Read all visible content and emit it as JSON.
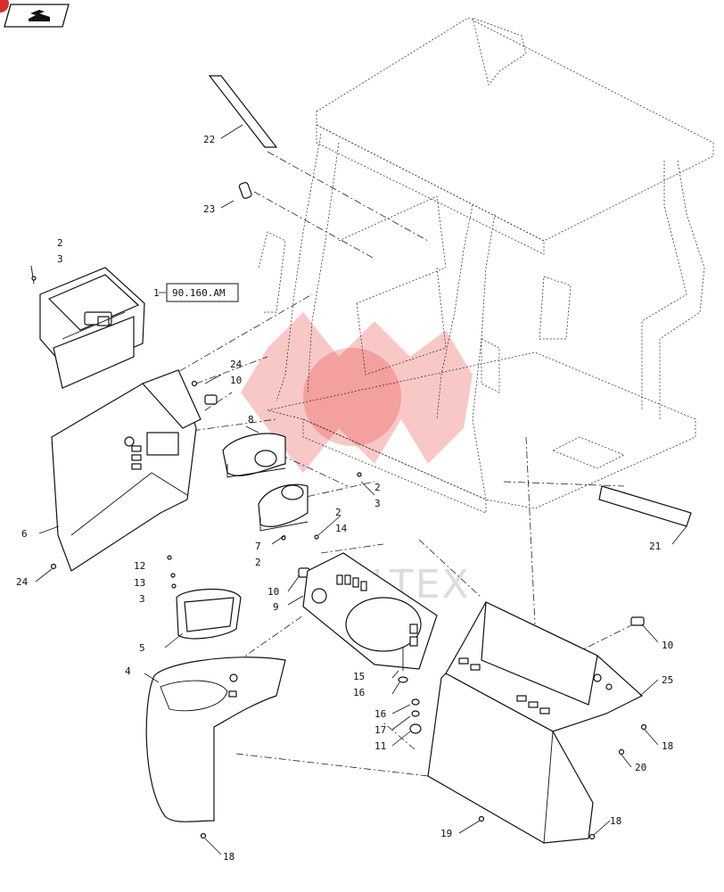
{
  "toolbar": {
    "nav_icon": "page-turn-icon",
    "badge_color": "#d32f2f"
  },
  "diagram": {
    "reference_box": "90.160.AM",
    "callouts": [
      {
        "id": "c22",
        "text": "22"
      },
      {
        "id": "c23",
        "text": "23"
      },
      {
        "id": "c2a",
        "text": "2"
      },
      {
        "id": "c3a",
        "text": "3"
      },
      {
        "id": "c1",
        "text": "1"
      },
      {
        "id": "c24a",
        "text": "24"
      },
      {
        "id": "c10a",
        "text": "10"
      },
      {
        "id": "c8",
        "text": "8"
      },
      {
        "id": "c2b",
        "text": "2"
      },
      {
        "id": "c3b",
        "text": "3"
      },
      {
        "id": "c2c",
        "text": "2"
      },
      {
        "id": "c14",
        "text": "14"
      },
      {
        "id": "c7",
        "text": "7"
      },
      {
        "id": "c2d",
        "text": "2"
      },
      {
        "id": "c6",
        "text": "6"
      },
      {
        "id": "c24b",
        "text": "24"
      },
      {
        "id": "c12",
        "text": "12"
      },
      {
        "id": "c13",
        "text": "13"
      },
      {
        "id": "c3c",
        "text": "3"
      },
      {
        "id": "c10b",
        "text": "10"
      },
      {
        "id": "c9",
        "text": "9"
      },
      {
        "id": "c5",
        "text": "5"
      },
      {
        "id": "c4",
        "text": "4"
      },
      {
        "id": "c15",
        "text": "15"
      },
      {
        "id": "c16a",
        "text": "16"
      },
      {
        "id": "c16b",
        "text": "16"
      },
      {
        "id": "c17",
        "text": "17"
      },
      {
        "id": "c11",
        "text": "11"
      },
      {
        "id": "c21",
        "text": "21"
      },
      {
        "id": "c10c",
        "text": "10"
      },
      {
        "id": "c25",
        "text": "25"
      },
      {
        "id": "c18a",
        "text": "18"
      },
      {
        "id": "c20",
        "text": "20"
      },
      {
        "id": "c19",
        "text": "19"
      },
      {
        "id": "c18b",
        "text": "18"
      },
      {
        "id": "c18c",
        "text": "18"
      }
    ]
  },
  "watermark": {
    "text": "VALTEX",
    "color": "#e53935"
  }
}
